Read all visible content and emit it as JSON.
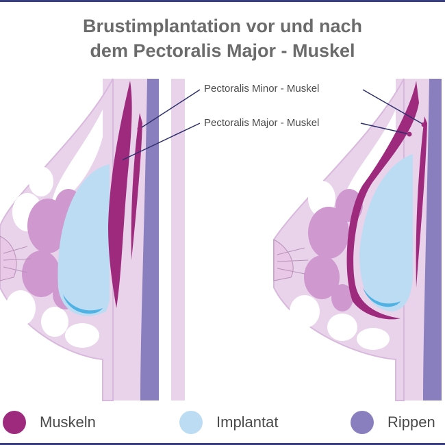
{
  "title": {
    "line1": "Brustimplantation vor und nach",
    "line2": "dem Pectoralis Major - Muskel"
  },
  "callouts": {
    "minor": "Pectoralis Minor - Muskel",
    "major": "Pectoralis Major - Muskel"
  },
  "legend": [
    {
      "label": "Muskeln",
      "color": "#9e2a7e"
    },
    {
      "label": "Implantat",
      "color": "#bcdcf3"
    },
    {
      "label": "Rippen",
      "color": "#8a7fbe"
    }
  ],
  "colors": {
    "frame": "#3a3f85",
    "tissue": "#e9d3eb",
    "gland": "#cf98cf",
    "muscle": "#9e2a7e",
    "implant": "#bcdcf3",
    "implant_base": "#4fb2e3",
    "ribs": "#8a7fbe",
    "leader_line": "#2d2f6b"
  }
}
